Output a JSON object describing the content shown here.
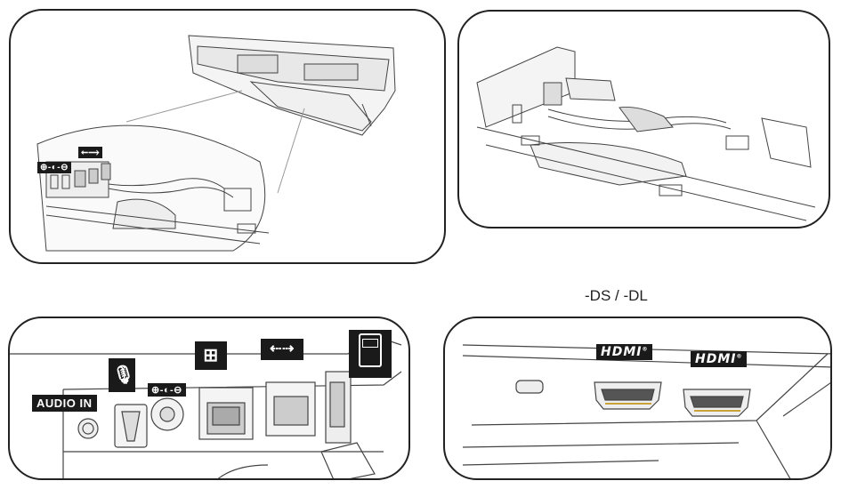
{
  "labels": {
    "audio_in": "AUDIO IN",
    "variant_title": "-DS / -DL",
    "hdmi_1": "HDMI",
    "hdmi_2": "HDMI"
  },
  "icons": [
    "power-dc-symbol-icon",
    "usb-icon",
    "network-lan-icon",
    "microphone-icon",
    "cash-drawer-icon"
  ],
  "colors": {
    "line": "#222222",
    "label_bg": "#1a1a1a",
    "label_text": "#ffffff",
    "hdmi_accent": "#c9a23a"
  }
}
